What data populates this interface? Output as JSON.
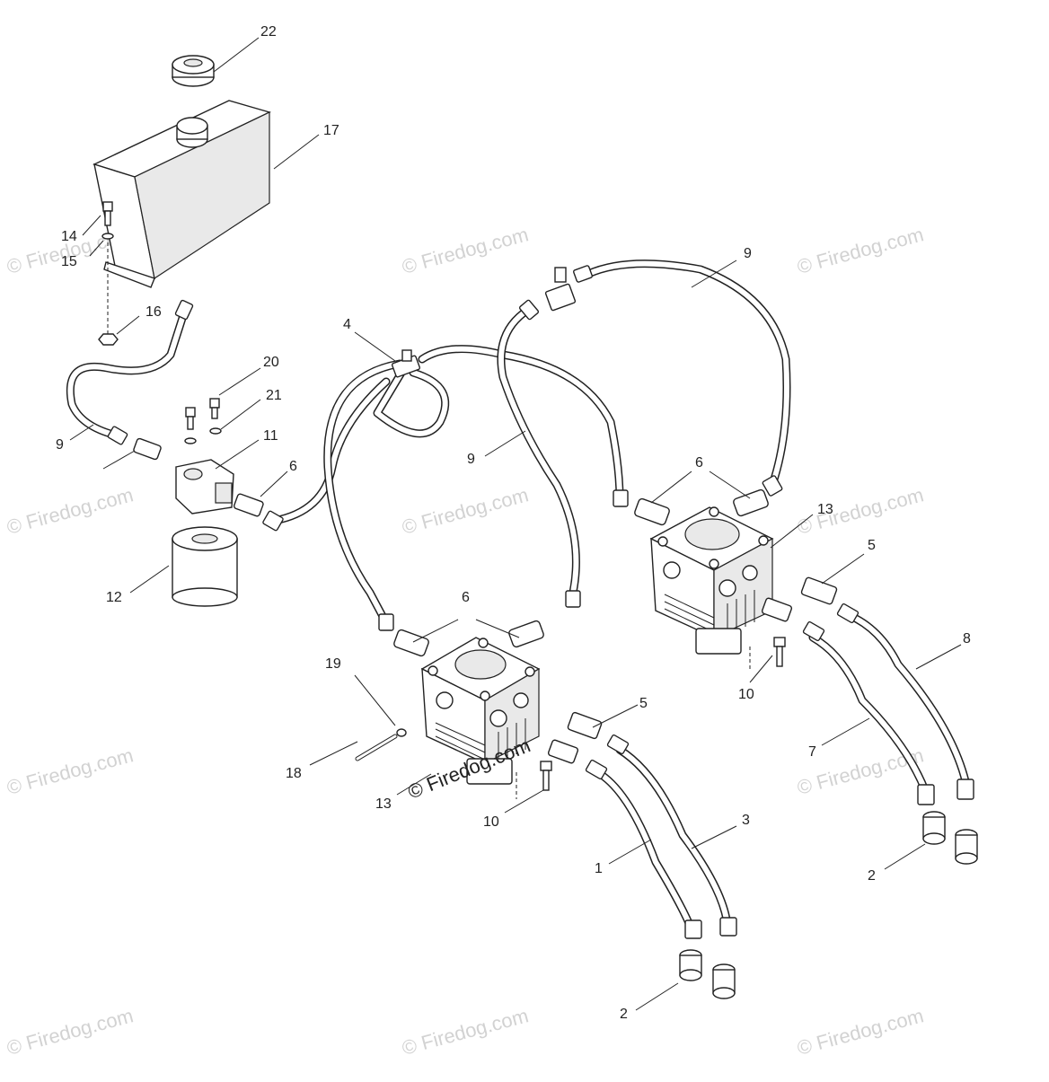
{
  "diagram": {
    "watermark": "© Firedog.com",
    "callouts": [
      "22",
      "17",
      "14",
      "15",
      "16",
      "20",
      "21",
      "11",
      "6",
      "9",
      "12",
      "4",
      "9",
      "9",
      "6",
      "13",
      "5",
      "8",
      "10",
      "7",
      "6",
      "19",
      "5",
      "18",
      "13",
      "10",
      "3",
      "1",
      "2",
      "2"
    ]
  }
}
